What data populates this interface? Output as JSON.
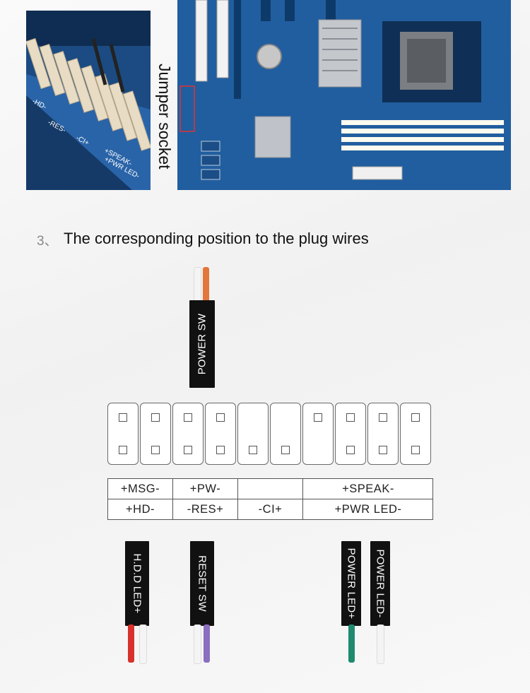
{
  "photo_labels": {
    "jumper_socket": "Jumper socket"
  },
  "step": {
    "number": "3、",
    "title": "The corresponding position to the plug wires"
  },
  "plugs": {
    "power_sw": "POWER SW",
    "hdd_led": "H.D.D LED+",
    "reset_sw": "RESET SW",
    "power_led_plus": "POWER LED+",
    "power_led_minus": "POWER LED-"
  },
  "header_table": {
    "row1": [
      "+MSG-",
      "+PW-",
      "",
      "+SPEAK-"
    ],
    "row2": [
      "+HD-",
      "-RES+",
      "-CI+",
      "+PWR LED-"
    ]
  },
  "pin_columns": [
    {
      "top": true,
      "bottom": true
    },
    {
      "top": true,
      "bottom": true
    },
    {
      "top": true,
      "bottom": true
    },
    {
      "top": true,
      "bottom": true
    },
    {
      "top": false,
      "bottom": true
    },
    {
      "top": false,
      "bottom": true
    },
    {
      "top": true,
      "bottom": false
    },
    {
      "top": true,
      "bottom": true
    },
    {
      "top": true,
      "bottom": true
    },
    {
      "top": true,
      "bottom": true
    }
  ],
  "colors": {
    "board_blue": "#1f5a9a",
    "plug_black": "#111111",
    "wire_orange": "#e2763b",
    "wire_red": "#d8312b",
    "wire_purple": "#8a6fc0",
    "wire_green": "#1f8a6e",
    "wire_white": "#f4f4f4"
  }
}
